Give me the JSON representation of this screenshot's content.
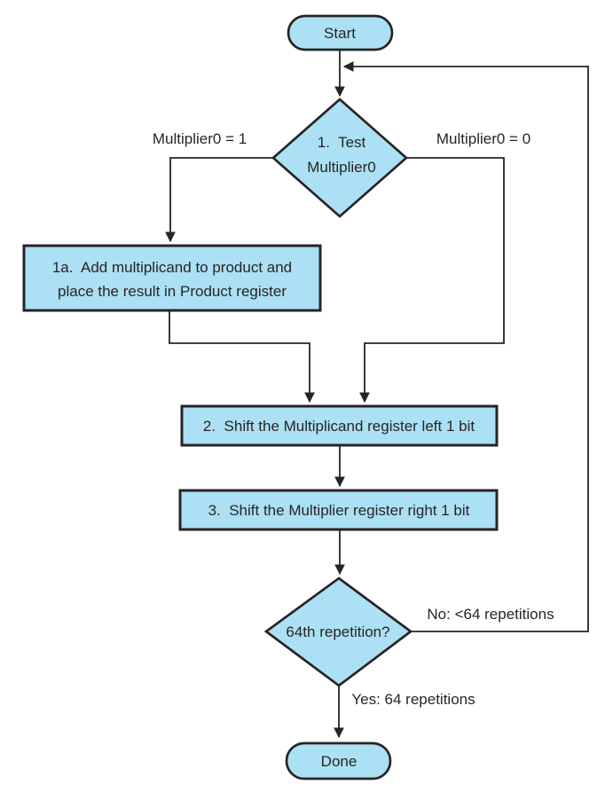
{
  "diagram": {
    "description": "Flowchart of the first multiplication algorithm: test Multiplier0, conditionally add multiplicand to product, shift registers, repeat 64 times",
    "colors": {
      "node_fill": "#ace0f4",
      "node_stroke": "#272425",
      "line": "#272425",
      "text": "#272425",
      "background": "#ffffff"
    },
    "nodes": {
      "start": {
        "label": "Start"
      },
      "decision1": {
        "line1": "1.  Test",
        "line2": "Multiplier0"
      },
      "box1a": {
        "line1": "1a.  Add multiplicand to product and",
        "line2": "place the result in Product register"
      },
      "box2": {
        "label": "2.  Shift the Multiplicand register left 1 bit"
      },
      "box3": {
        "label": "3.  Shift the Multiplier register right 1 bit"
      },
      "decision2": {
        "label": "64th repetition?"
      },
      "done": {
        "label": "Done"
      }
    },
    "edge_labels": {
      "multiplier0_eq_1": "Multiplier0 = 1",
      "multiplier0_eq_0": "Multiplier0 = 0",
      "no": "No: <64 repetitions",
      "yes": "Yes: 64 repetitions"
    }
  }
}
